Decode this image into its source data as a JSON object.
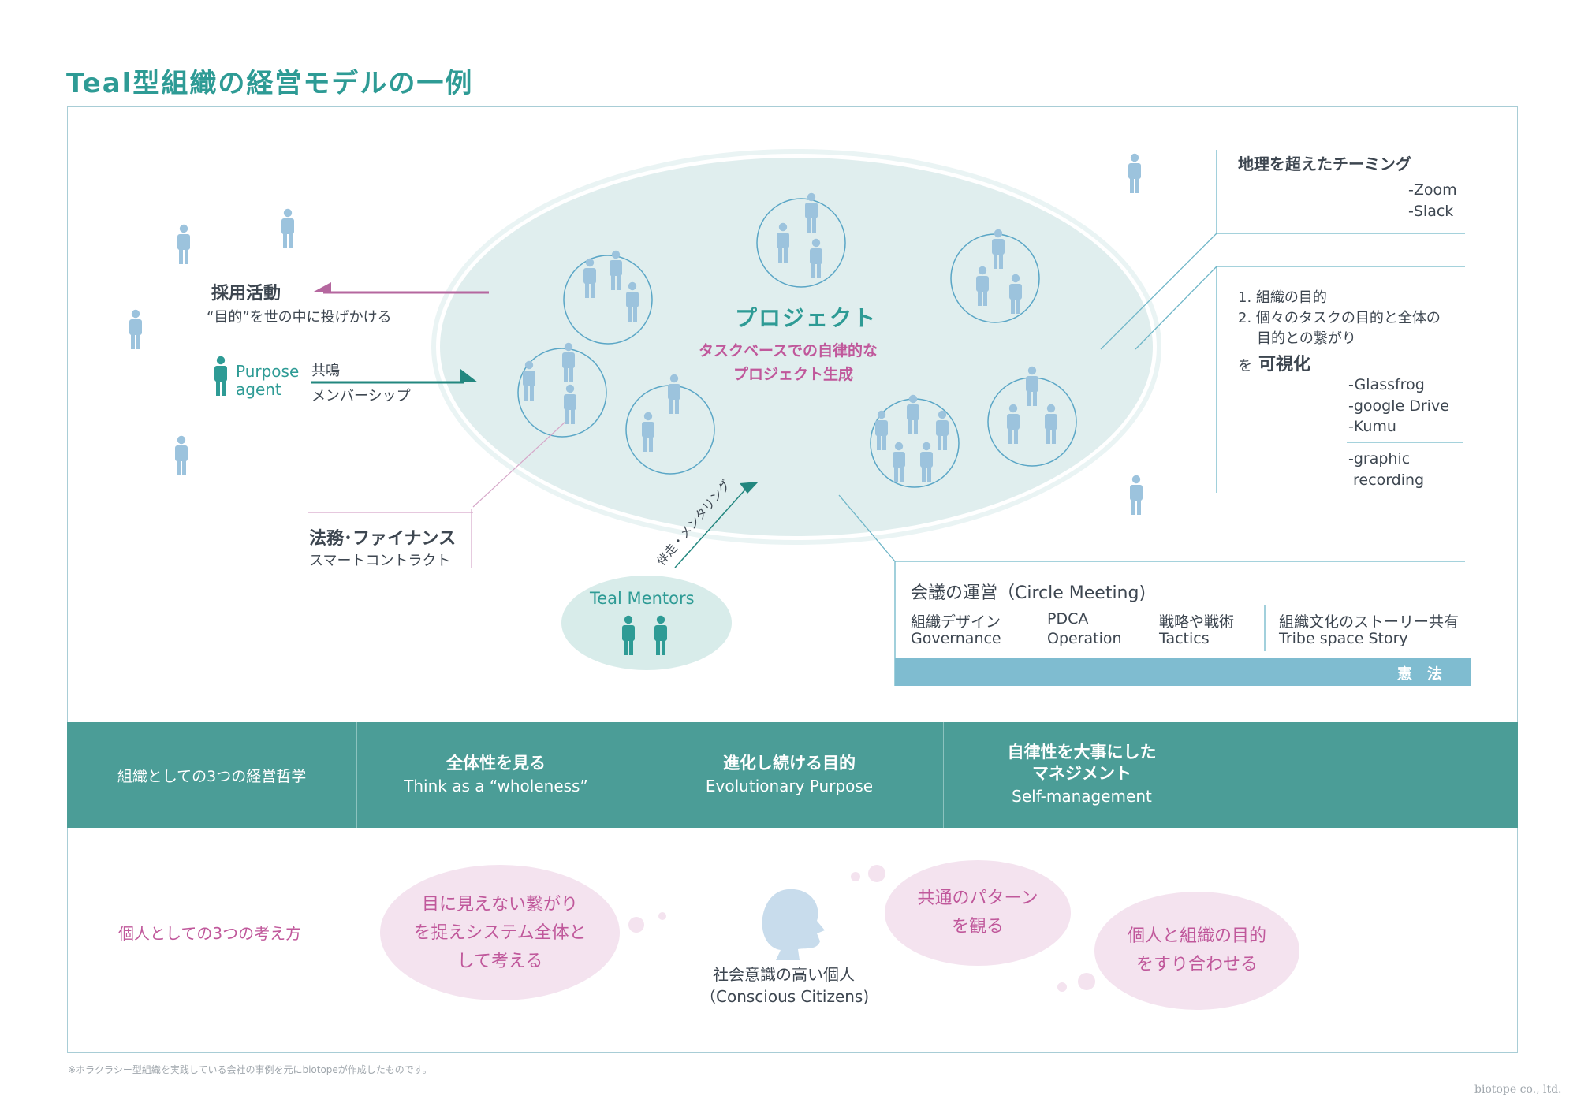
{
  "title": "Teal型組織の経営モデルの一例",
  "project": {
    "title": "プロジェクト",
    "subtitle_line1": "タスクベースでの自律的な",
    "subtitle_line2": "プロジェクト生成"
  },
  "recruiting": {
    "title": "採用活動",
    "subtitle": "“目的”を世の中に投げかける"
  },
  "purpose_agent": {
    "line1": "Purpose",
    "line2": "agent",
    "label1": "共鳴",
    "label2": "メンバーシップ"
  },
  "legal": {
    "title": "法務･ファイナンス",
    "subtitle": "スマートコントラクト"
  },
  "mentors": {
    "label": "Teal Mentors",
    "arrow_label": "伴走・メンタリング"
  },
  "teaming": {
    "title": "地理を超えたチーミング",
    "tools": [
      "-Zoom",
      "-Slack"
    ]
  },
  "visualize": {
    "line1": "1. 組織の目的",
    "line2": "2. 個々のタスクの目的と全体の",
    "line3": "目的との繋がり",
    "wo": "を",
    "emphasis": "可視化",
    "tools": [
      "-Glassfrog",
      "-google Drive",
      "-Kumu"
    ],
    "extra_line1": "-graphic",
    "extra_line2": " recording"
  },
  "meeting": {
    "title": "会議の運営（Circle Meeting)",
    "items": [
      {
        "jp": "組織デザイン",
        "en": "Governance"
      },
      {
        "jp": "PDCA",
        "en": "Operation"
      },
      {
        "jp": "戦略や戦術",
        "en": "Tactics"
      },
      {
        "jp": "組織文化のストーリー共有",
        "en": "Tribe space Story"
      }
    ],
    "constitution": "憲　法"
  },
  "philosophy": {
    "label": "組織としての3つの経営哲学",
    "items": [
      {
        "jp": "全体性を見る",
        "en": "Think as a “wholeness”"
      },
      {
        "jp": "進化し続ける目的",
        "en": "Evolutionary Purpose"
      },
      {
        "jp1": "自律性を大事にした",
        "jp2": "マネジメント",
        "en": "Self-management"
      }
    ]
  },
  "individual": {
    "label": "個人としての3つの考え方",
    "bubble1": [
      "目に見えない繋がり",
      "を捉えシステム全体と",
      "して考える"
    ],
    "bubble2": [
      "共通のパターン",
      "を観る"
    ],
    "bubble3": [
      "個人と組織の目的",
      "をすり合わせる"
    ],
    "center_line1": "社会意識の高い個人",
    "center_line2": "（Conscious Citizens)"
  },
  "footnote": "※ホラクラシー型組織を実践している会社の事例を元にbiotopeが作成したものです。",
  "credit": "biotope co., ltd.",
  "colors": {
    "teal": "#2e9b95",
    "band": "#4b9d97",
    "magenta": "#c0589b",
    "person": "#9cc3dd",
    "ellipse": "#e0eeee",
    "constitution_bar": "#7fbcd0"
  }
}
